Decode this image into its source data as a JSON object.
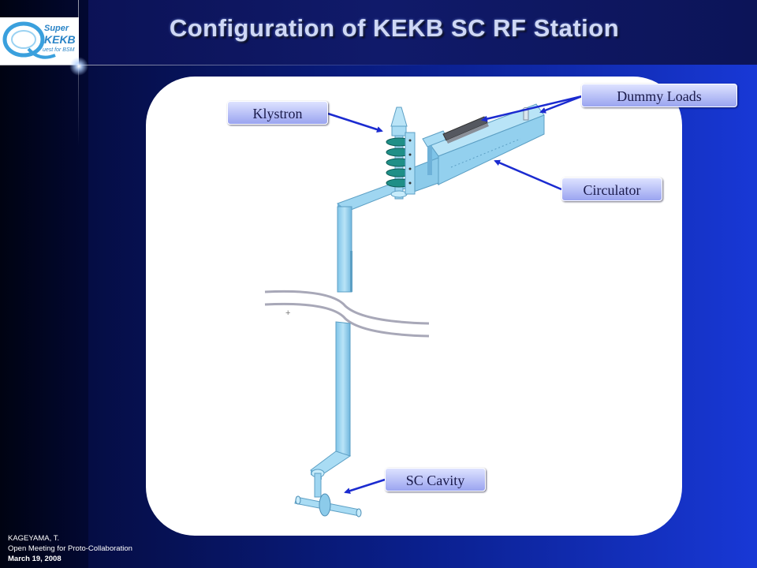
{
  "slide": {
    "title": "Configuration of KEKB SC RF Station"
  },
  "logo": {
    "line1": "Super",
    "line2": "KEKB",
    "line3": "uest for BSM"
  },
  "callouts": {
    "klystron": "Klystron",
    "dummy_loads": "Dummy Loads",
    "circulator": "Circulator",
    "sc_cavity": "SC Cavity"
  },
  "footer": {
    "author": "KAGEYAMA, T.",
    "event": "Open Meeting for Proto-Collaboration",
    "date": "March 19, 2008"
  },
  "colors": {
    "waveguide": "#a9dcf4",
    "klystron_coil": "#1f8f87",
    "arrow": "#1b2bd0"
  }
}
